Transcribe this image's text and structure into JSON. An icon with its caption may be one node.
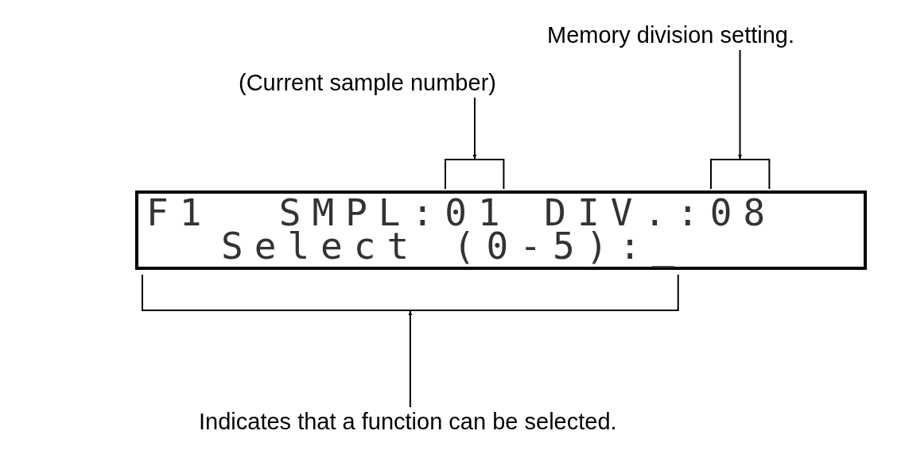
{
  "diagram": {
    "nodes": [
      {
        "text": [
          "F1  SMPL:01 DIV.:08",
          "Select (0-5):_"
        ]
      },
      {
        "text": [
          "(Current sample number)"
        ]
      },
      {
        "text": [
          "Memory division setting."
        ]
      },
      {
        "text": [
          "Indicates that a function can be selected."
        ]
      },
      {
        "text": [],
        "shape": "bracket"
      },
      {
        "text": [],
        "shape": "bracket"
      },
      {
        "text": [],
        "shape": "bracket"
      }
    ],
    "edges": [
      {
        "from": 1,
        "to": 4,
        "arrow": "to"
      },
      {
        "from": 2,
        "to": 5,
        "arrow": "to"
      },
      {
        "from": 3,
        "to": 6,
        "arrow": "to"
      }
    ]
  }
}
